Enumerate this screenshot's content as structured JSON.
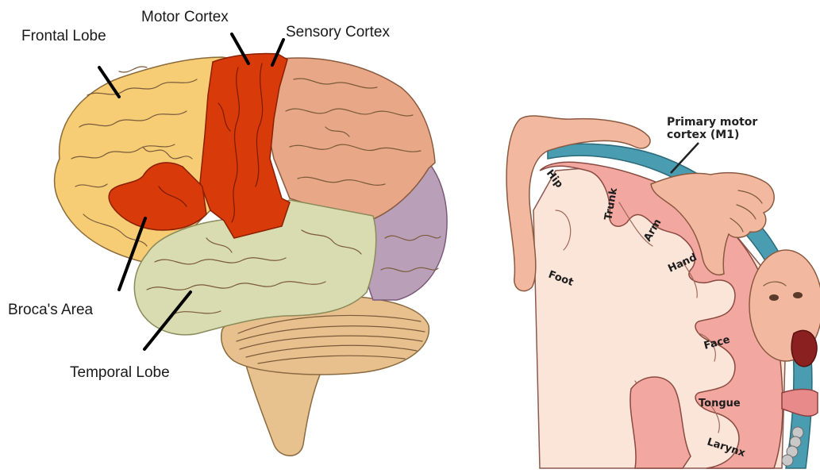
{
  "brain": {
    "labels": {
      "frontal_lobe": "Frontal Lobe",
      "motor_cortex": "Motor Cortex",
      "sensory_cortex": "Sensory Cortex",
      "brocas_area": "Broca's Area",
      "temporal_lobe": "Temporal Lobe"
    },
    "colors": {
      "frontal": "#f6cd74",
      "motor": "#d93a0a",
      "sensory": "#e8a888",
      "occipital": "#b9a0b8",
      "temporal": "#d9dcb0",
      "cerebellum": "#e8c08e",
      "brainstem": "#e8c28e"
    }
  },
  "homunculus": {
    "title_line1": "Primary motor",
    "title_line2": "cortex (M1)",
    "body_parts": {
      "hip": "Hip",
      "trunk": "Trunk",
      "arm": "Arm",
      "hand": "Hand",
      "foot": "Foot",
      "face": "Face",
      "tongue": "Tongue",
      "larynx": "Larynx"
    },
    "colors": {
      "cortex": "#f2a8a0",
      "white_matter": "#fbe4d8",
      "meninges": "#4a9cb0",
      "skin": "#f2b9a0"
    }
  }
}
